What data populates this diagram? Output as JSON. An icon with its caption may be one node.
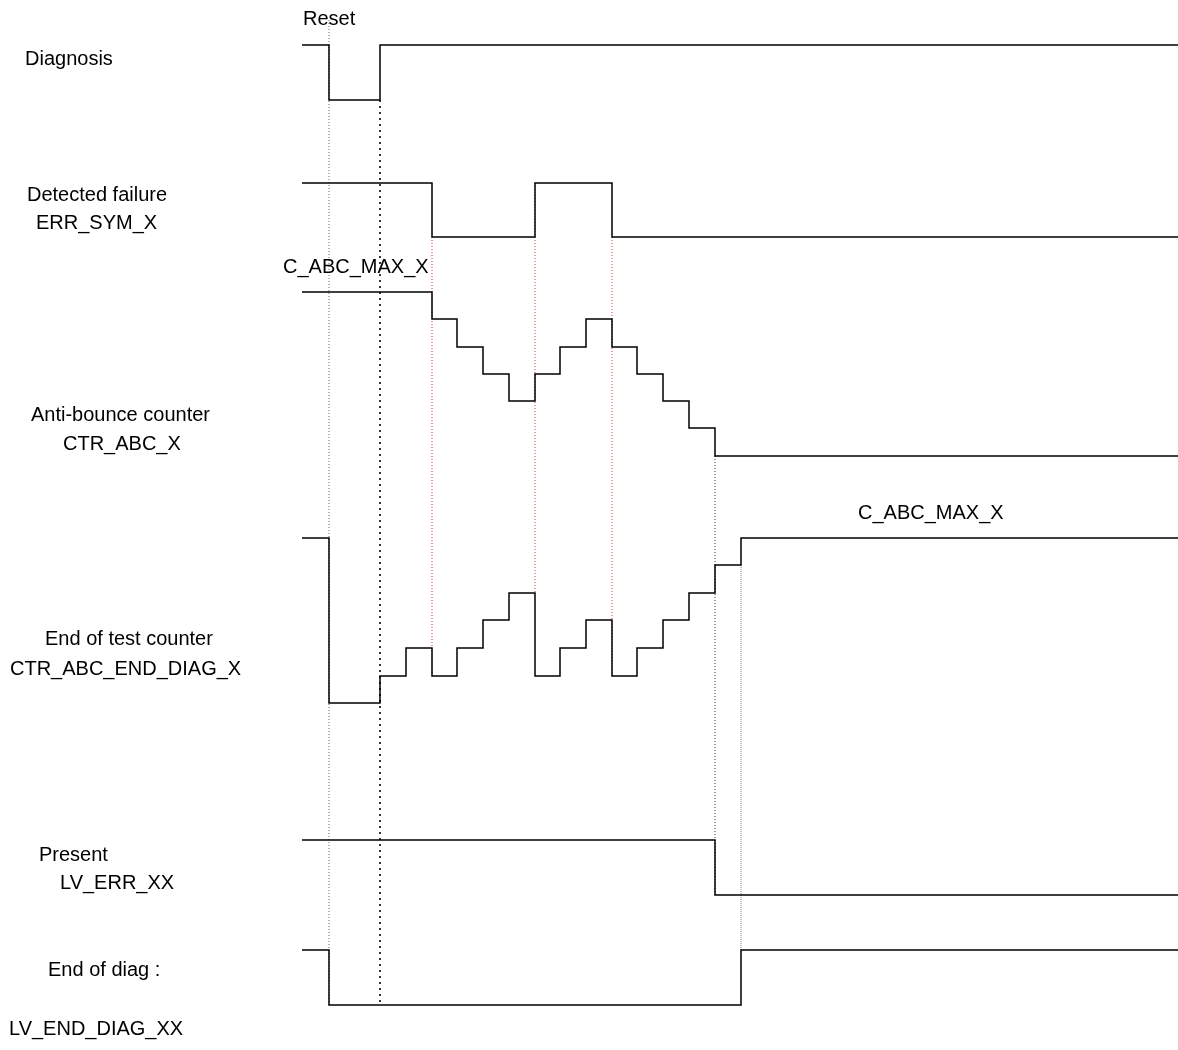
{
  "diagram": {
    "labels": [
      "Reset",
      "Diagnosis",
      "Detected failure",
      "ERR_SYM_X",
      "C_ABC_MAX_X",
      "Anti-bounce counter",
      "CTR_ABC_X",
      "C_ABC_MAX_X",
      "End of test counter",
      "CTR_ABC_END_DIAG_X",
      "Present",
      "LV_ERR_XX",
      "End of diag :",
      "LV_END_DIAG_XX"
    ]
  }
}
